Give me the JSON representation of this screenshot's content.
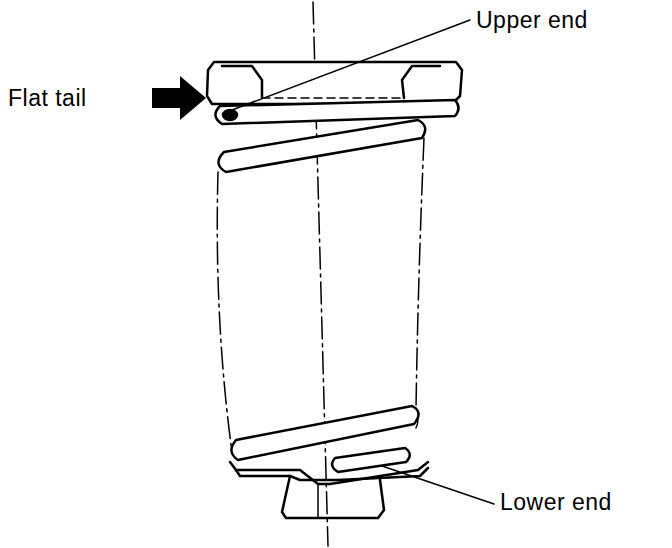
{
  "diagram": {
    "labels": [
      "Upper end",
      "Flat tail",
      "Lower end"
    ]
  }
}
